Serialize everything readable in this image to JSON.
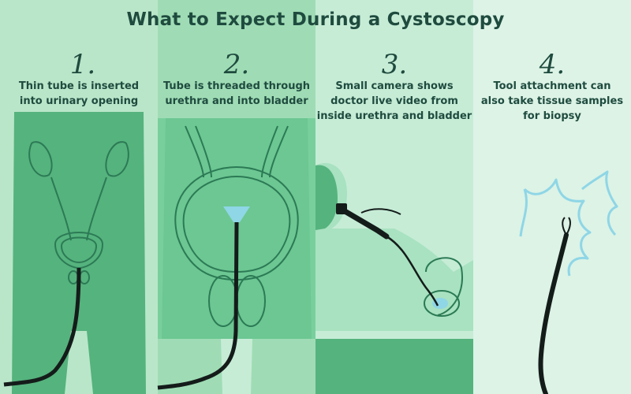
{
  "title": "What to Expect During a Cystoscopy",
  "steps": [
    {
      "number": "1.",
      "caption_lines": [
        "Thin tube is inserted",
        "into urinary opening"
      ]
    },
    {
      "number": "2.",
      "caption_lines": [
        "Tube is threaded through",
        "urethra and into bladder"
      ]
    },
    {
      "number": "3.",
      "caption_lines": [
        "Small camera shows",
        "doctor live video from",
        "inside urethra and bladder"
      ]
    },
    {
      "number": "4.",
      "caption_lines": [
        "Tool attachment can",
        "also take tissue samples",
        "for biopsy"
      ]
    }
  ],
  "colors": {
    "ink": "#1f4b3f",
    "body_dark": "#55b37d",
    "body_light": "#a8e2c1",
    "scope": "#141c1a",
    "camera_light": "#8fd6e6"
  }
}
